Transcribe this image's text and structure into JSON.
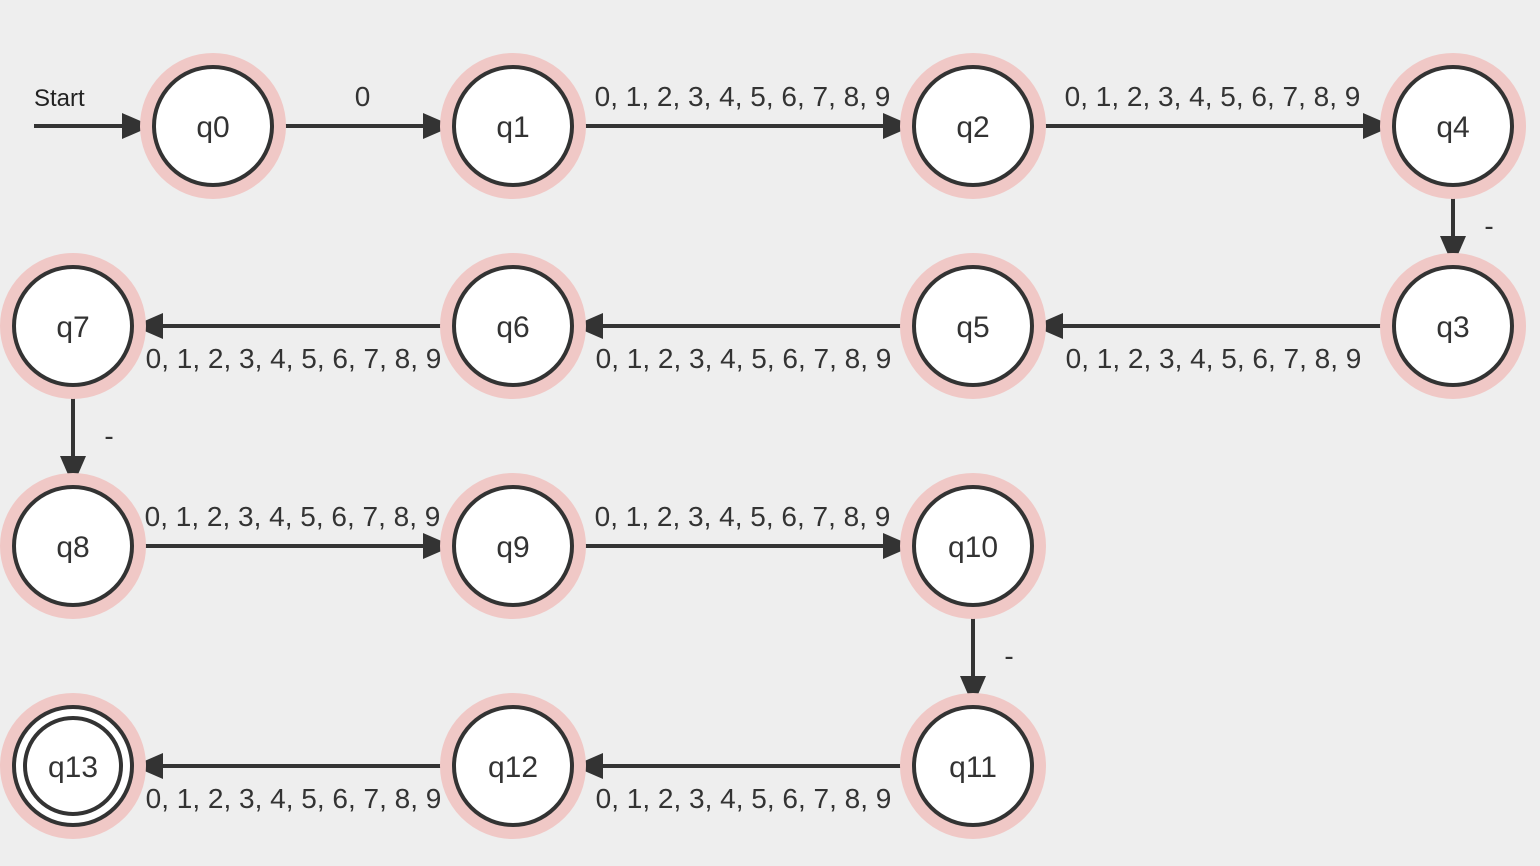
{
  "start": {
    "label": "Start",
    "target": "q0"
  },
  "states": [
    {
      "id": "q0",
      "label": "q0",
      "accepting": false
    },
    {
      "id": "q1",
      "label": "q1",
      "accepting": false
    },
    {
      "id": "q2",
      "label": "q2",
      "accepting": false
    },
    {
      "id": "q4",
      "label": "q4",
      "accepting": false
    },
    {
      "id": "q3",
      "label": "q3",
      "accepting": false
    },
    {
      "id": "q5",
      "label": "q5",
      "accepting": false
    },
    {
      "id": "q6",
      "label": "q6",
      "accepting": false
    },
    {
      "id": "q7",
      "label": "q7",
      "accepting": false
    },
    {
      "id": "q8",
      "label": "q8",
      "accepting": false
    },
    {
      "id": "q9",
      "label": "q9",
      "accepting": false
    },
    {
      "id": "q10",
      "label": "q10",
      "accepting": false
    },
    {
      "id": "q11",
      "label": "q11",
      "accepting": false
    },
    {
      "id": "q12",
      "label": "q12",
      "accepting": false
    },
    {
      "id": "q13",
      "label": "q13",
      "accepting": true
    }
  ],
  "transitions": [
    {
      "from": "q0",
      "to": "q1",
      "label": "0"
    },
    {
      "from": "q1",
      "to": "q2",
      "label": "0, 1, 2, 3, 4, 5, 6, 7, 8, 9"
    },
    {
      "from": "q2",
      "to": "q4",
      "label": "0, 1, 2, 3, 4, 5, 6, 7, 8, 9"
    },
    {
      "from": "q4",
      "to": "q3",
      "label": "-"
    },
    {
      "from": "q3",
      "to": "q5",
      "label": "0, 1, 2, 3, 4, 5, 6, 7, 8, 9"
    },
    {
      "from": "q5",
      "to": "q6",
      "label": "0, 1, 2, 3, 4, 5, 6, 7, 8, 9"
    },
    {
      "from": "q6",
      "to": "q7",
      "label": "0, 1, 2, 3, 4, 5, 6, 7, 8, 9"
    },
    {
      "from": "q7",
      "to": "q8",
      "label": "-"
    },
    {
      "from": "q8",
      "to": "q9",
      "label": "0, 1, 2, 3, 4, 5, 6, 7, 8, 9"
    },
    {
      "from": "q9",
      "to": "q10",
      "label": "0, 1, 2, 3, 4, 5, 6, 7, 8, 9"
    },
    {
      "from": "q10",
      "to": "q11",
      "label": "-"
    },
    {
      "from": "q11",
      "to": "q12",
      "label": "0, 1, 2, 3, 4, 5, 6, 7, 8, 9"
    },
    {
      "from": "q12",
      "to": "q13",
      "label": "0, 1, 2, 3, 4, 5, 6, 7, 8, 9"
    }
  ],
  "colors": {
    "background": "#eeeeee",
    "node_fill": "#ffffff",
    "node_stroke": "#333333",
    "node_halo": "#f0c8c6",
    "edge": "#333333"
  }
}
